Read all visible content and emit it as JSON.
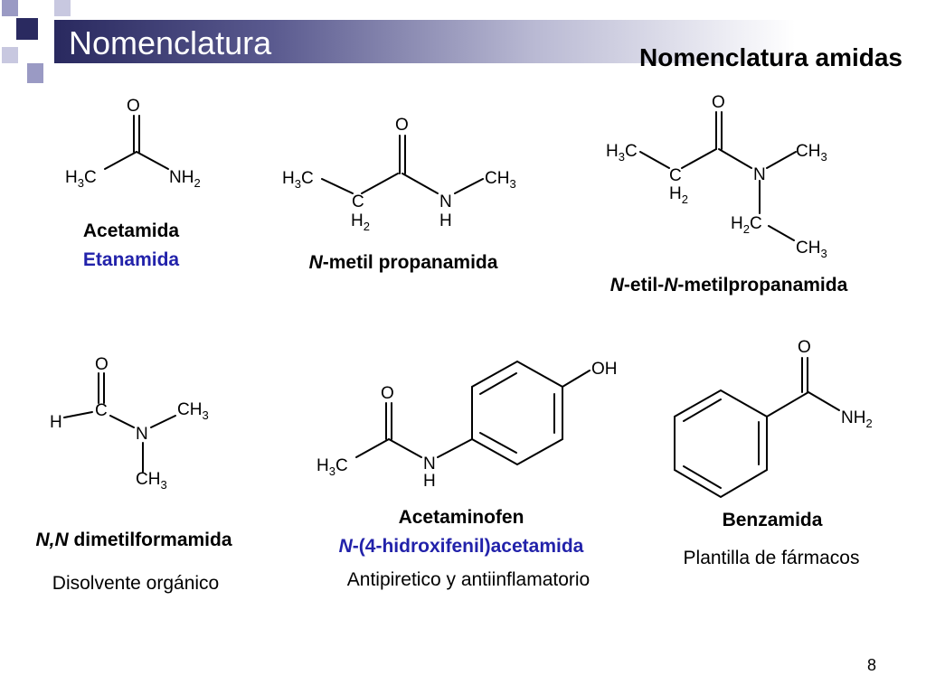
{
  "header": {
    "title": "Nomenclatura",
    "section_title": "Nomenclatura amidas"
  },
  "colors": {
    "header_dark": "#29295f",
    "accent_blue": "#2222aa",
    "deco_square": "#9a9ac4"
  },
  "atoms": {
    "O": "O",
    "C": "C",
    "N": "N",
    "H": "H",
    "OH": "OH",
    "H3C_main": "H",
    "H3C_sub": "3",
    "H3C_tail": "C",
    "CH3_main": "CH",
    "CH3_sub": "3",
    "NH2_main": "NH",
    "NH2_sub": "2",
    "H2_main": "H",
    "H2_sub": "2",
    "H2C_main": "H",
    "H2C_sub": "2",
    "H2C_tail": "C"
  },
  "molecules": {
    "acetamida": {
      "name": "Acetamida",
      "iupac": "Etanamida"
    },
    "n_metil": {
      "prefix": "N",
      "name": "-metil propanamida"
    },
    "n_etil_n_metil": {
      "prefix1": "N",
      "mid": "-etil-",
      "prefix2": "N",
      "name": "-metilpropanamida"
    },
    "dmf": {
      "prefix": "N,N",
      "name": " dimetilformamida",
      "use": "Disolvente orgánico"
    },
    "acetaminofen": {
      "name": "Acetaminofen",
      "prefix": "N",
      "iupac": "-(4-hidroxifenil)acetamida",
      "use": "Antipiretico y antiinflamatorio"
    },
    "benzamida": {
      "name": "Benzamida",
      "use": "Plantilla de fármacos"
    }
  },
  "page_number": "8"
}
